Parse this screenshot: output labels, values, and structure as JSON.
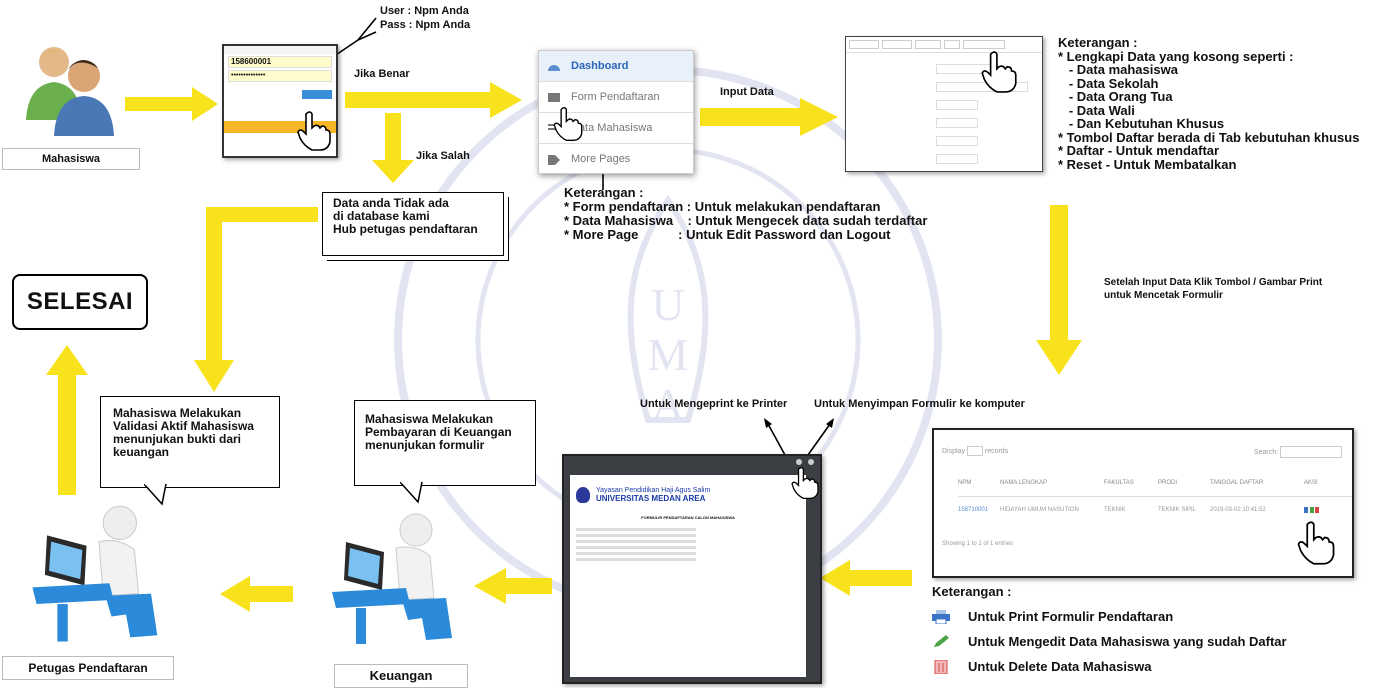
{
  "login_hint": {
    "user": "User : Npm Anda",
    "pass": "Pass : Npm Anda"
  },
  "login_form": {
    "npm_value": "158600001",
    "password_value": "••••••••••••••"
  },
  "flow_labels": {
    "jika_benar": "Jika Benar",
    "jika_salah": "Jika Salah",
    "input_data": "Input Data",
    "after_input": "Setelah Input Data Klik Tombol / Gambar Print\nuntuk Mencetak Formulir",
    "print_label": "Untuk Mengeprint ke Printer",
    "save_label": "Untuk Menyimpan Formulir ke komputer"
  },
  "actors": {
    "mahasiswa": "Mahasiswa",
    "keuangan": "Keuangan",
    "petugas": "Petugas Pendaftaran"
  },
  "error_note": "Data anda Tidak ada\ndi database kami\nHub petugas pendaftaran",
  "selesai": "SELESAI",
  "menu": {
    "items": [
      {
        "label": "Dashboard",
        "icon": "dashboard-icon"
      },
      {
        "label": "Form Pendaftaran",
        "icon": "envelope-icon"
      },
      {
        "label": "Data Mahasiswa",
        "icon": "list-icon"
      },
      {
        "label": "More Pages",
        "icon": "tag-icon"
      }
    ]
  },
  "menu_keterangan": {
    "title": "Keterangan :",
    "lines": [
      "* Form pendaftaran : Untuk melakukan pendaftaran",
      "* Data Mahasiswa    : Untuk Mengecek data sudah terdaftar",
      "* More Page           : Untuk Edit Password dan Logout"
    ]
  },
  "form_keterangan": {
    "title": "Keterangan :",
    "lines": [
      "* Lengkapi Data yang kosong seperti :",
      "   - Data mahasiswa",
      "   - Data Sekolah",
      "   - Data Orang Tua",
      "   - Data Wali",
      "   - Dan Kebutuhan Khusus",
      "* Tombol Daftar berada di Tab kebutuhan khusus",
      "* Daftar - Untuk mendaftar",
      "* Reset - Untuk Membatalkan"
    ]
  },
  "table_shot": {
    "display": "Display",
    "records": "records",
    "search": "Search:",
    "columns": [
      "NPM",
      "NAMA LENGKAP",
      "FAKULTAS",
      "PRODI",
      "TANGGAL DAFTAR",
      "AKSI"
    ],
    "row": [
      "158710001",
      "HIDAYAH UMUM NASUTION",
      "TEKNIK",
      "TEKNIK SIPIL",
      "2019-03-02 10:41:52",
      ""
    ],
    "footer": "Showing 1 to 1 of 1 entries"
  },
  "table_keterangan": {
    "title": "Keterangan :",
    "items": [
      {
        "icon": "printer-icon",
        "text": "Untuk Print Formulir Pendaftaran",
        "color": "#3b74c6"
      },
      {
        "icon": "pencil-icon",
        "text": "Untuk Mengedit Data Mahasiswa yang sudah Daftar",
        "color": "#4aa146"
      },
      {
        "icon": "trash-icon",
        "text": "Untuk Delete Data Mahasiswa",
        "color": "#d94646"
      }
    ]
  },
  "form_pdf": {
    "yayasan": "Yayasan Pendidikan Haji Agus Salim",
    "univ": "UNIVERSITAS MEDAN AREA",
    "heading": "FORMULIR PENDAFTARAN CALON MAHASISWA"
  },
  "bubbles": {
    "keuangan": "Mahasiswa Melakukan\nPembayaran di Keuangan\nmenunjukan formulir",
    "petugas": "Mahasiswa Melakukan\nValidasi Aktif Mahasiswa\nmenunjukan bukti dari\nkeuangan"
  },
  "colors": {
    "arrow": "#f7e21b",
    "watermark": "#2b3a9a",
    "link": "#1a3aa8"
  }
}
